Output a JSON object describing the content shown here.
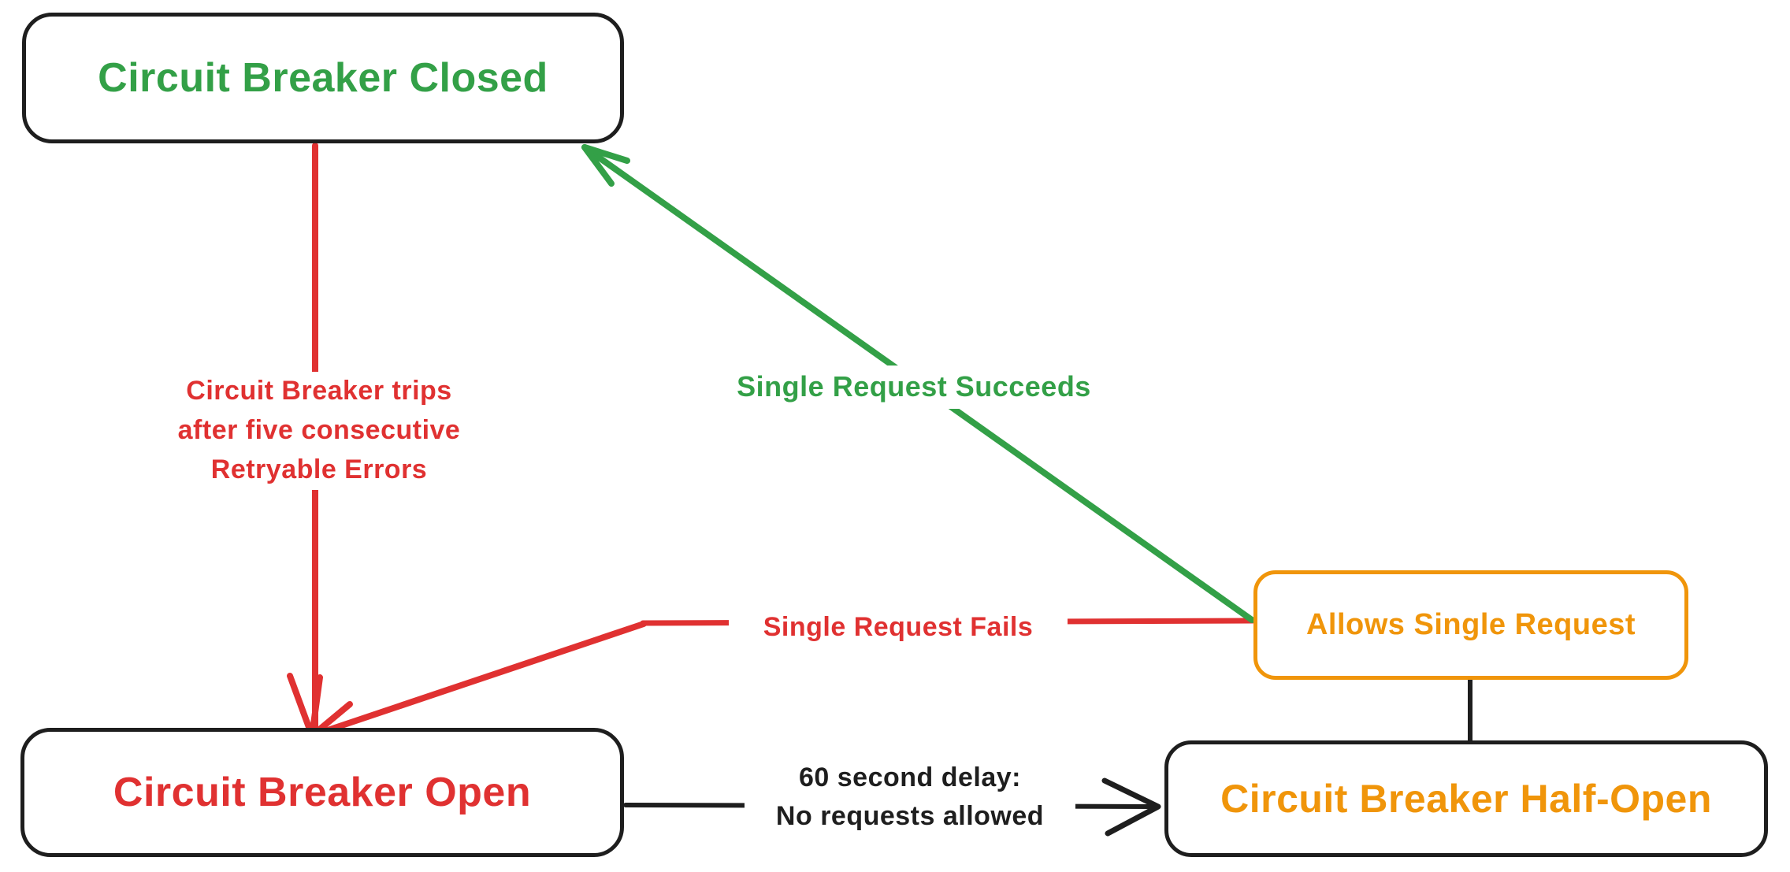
{
  "diagram": {
    "background_color": "#ffffff",
    "stroke_color": "#1e1e1e",
    "accent_colors": {
      "green": "#33a047",
      "red": "#e03131",
      "orange": "#f0950a",
      "black": "#1e1e1e"
    }
  },
  "nodes": {
    "closed": {
      "label": "Circuit Breaker Closed",
      "text_color": "#33a047",
      "border_color": "#1e1e1e"
    },
    "open": {
      "label": "Circuit Breaker Open",
      "text_color": "#e03131",
      "border_color": "#1e1e1e"
    },
    "half_open": {
      "label": "Circuit Breaker Half-Open",
      "text_color": "#f0950a",
      "border_color": "#1e1e1e"
    },
    "allows_single_request": {
      "label": "Allows Single Request",
      "text_color": "#f0950a",
      "border_color": "#f0950a"
    }
  },
  "edges": {
    "trip": {
      "from": "closed",
      "to": "open",
      "color": "#e03131",
      "label_lines": [
        "Circuit Breaker trips",
        "after five consecutive",
        "Retryable Errors"
      ]
    },
    "succeeds": {
      "from": "allows_single_request",
      "to": "closed",
      "color": "#33a047",
      "label": "Single Request Succeeds"
    },
    "fails": {
      "from": "allows_single_request",
      "to": "open",
      "color": "#e03131",
      "label": "Single Request Fails"
    },
    "delay": {
      "from": "open",
      "to": "half_open",
      "color": "#1e1e1e",
      "label_lines": [
        "60 second delay:",
        "No requests allowed"
      ]
    },
    "half_open_link": {
      "from": "half_open",
      "to": "allows_single_request",
      "color": "#1e1e1e",
      "label": ""
    }
  }
}
